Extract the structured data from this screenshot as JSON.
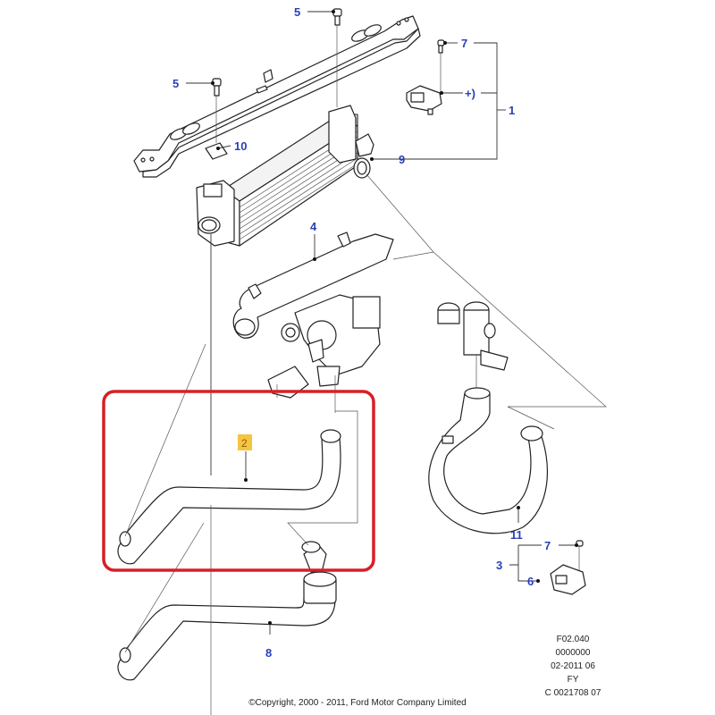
{
  "diagram": {
    "title": "Ford intercooler and charge air hose assembly - exploded parts diagram",
    "callouts": [
      {
        "id": "c5a",
        "label": "5",
        "part": "bolt"
      },
      {
        "id": "c5b",
        "label": "5",
        "part": "bolt"
      },
      {
        "id": "c7a",
        "label": "7",
        "part": "screw"
      },
      {
        "id": "cplus",
        "label": "+)",
        "part": "sensor"
      },
      {
        "id": "c1",
        "label": "1",
        "part": "group"
      },
      {
        "id": "c10",
        "label": "10",
        "part": "clip"
      },
      {
        "id": "c9",
        "label": "9",
        "part": "intercooler outlet"
      },
      {
        "id": "c4",
        "label": "4",
        "part": "air duct"
      },
      {
        "id": "c2",
        "label": "2",
        "part": "intercooler hose",
        "highlighted": true
      },
      {
        "id": "c8",
        "label": "8",
        "part": "hose"
      },
      {
        "id": "c11",
        "label": "11",
        "part": "hose"
      },
      {
        "id": "c7b",
        "label": "7",
        "part": "screw"
      },
      {
        "id": "c3",
        "label": "3",
        "part": "group"
      },
      {
        "id": "c6",
        "label": "6",
        "part": "sensor"
      }
    ],
    "highlight": {
      "color": "#d71f27",
      "badge_color": "#f6c343",
      "target": "2"
    },
    "reference_block": [
      "F02.040",
      "0000000",
      "02-2011 06",
      "FY",
      "C 0021708 07"
    ],
    "copyright": "©Copyright, 2000 - 2011, Ford Motor Company Limited",
    "accent_color": "#2a3fb8"
  }
}
